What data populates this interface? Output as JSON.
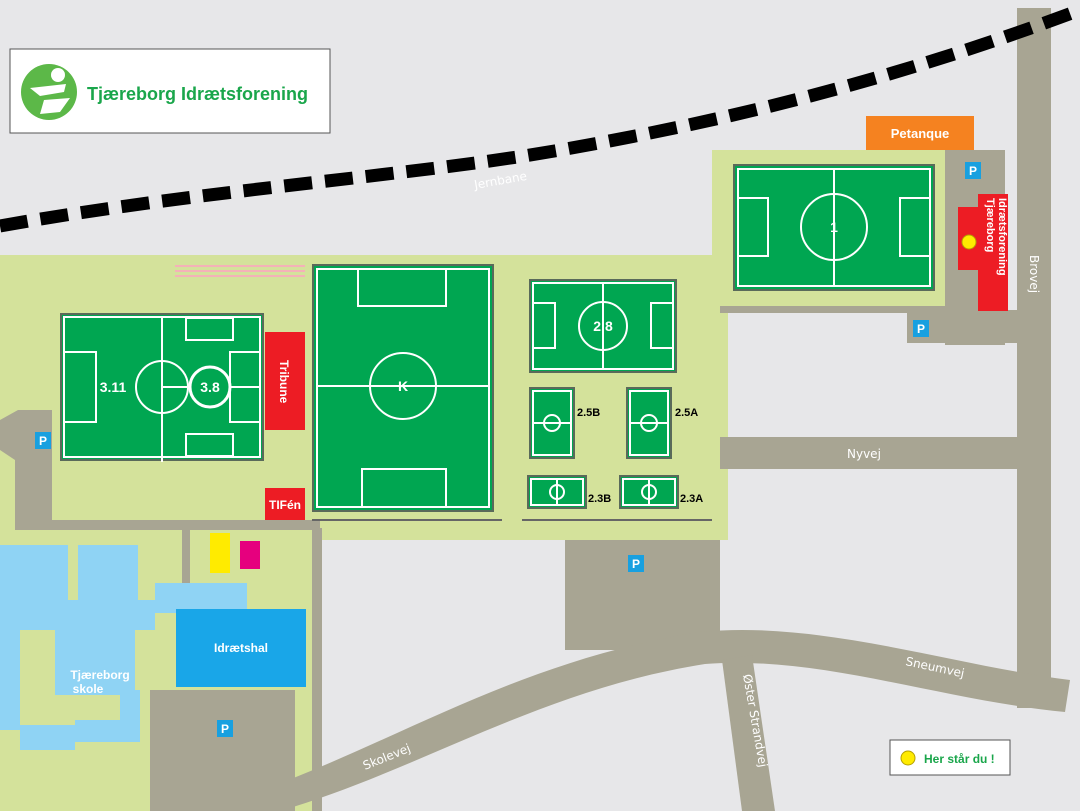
{
  "logo": {
    "title": "Tjæreborg Idrætsforening"
  },
  "railway": {
    "label": "Jernbane"
  },
  "roads": {
    "brovej": "Brovej",
    "nyvej": "Nyvej",
    "sneumvej": "Sneumvej",
    "skolevej": "Skolevej",
    "oster_strandvej": "Øster Strandvej"
  },
  "buildings": {
    "petanque": "Petanque",
    "clubhouse_line1": "Tjæreborg",
    "clubhouse_line2": "Idrætsforening",
    "tribune": "Tribune",
    "tifen": "TIFén",
    "idraetshal": "Idrætshal",
    "school_line1": "Tjæreborg",
    "school_line2": "skole"
  },
  "parking": {
    "label": "P"
  },
  "pitches": [
    "1",
    "3.11",
    "3.8",
    "K",
    "2.8",
    "2.5B",
    "2.5A",
    "2.3B",
    "2.3A"
  ],
  "legend": {
    "label": "Her står du !",
    "marker_color": "#ffeb00"
  },
  "colors": {
    "pitch": "#00a651",
    "grass": "#d4e29b",
    "road": "#a8a593",
    "club": "#ed1c24",
    "petanque": "#f58220",
    "hall": "#19a6e8",
    "school": "#8fd3f4"
  }
}
